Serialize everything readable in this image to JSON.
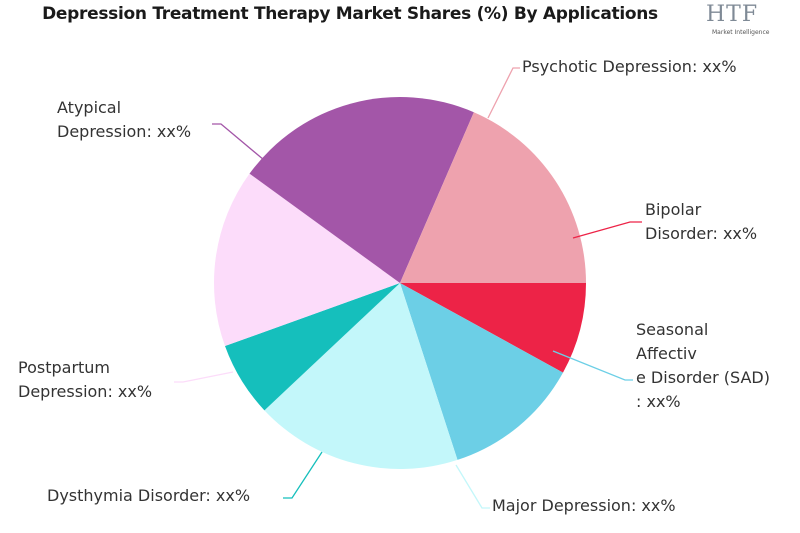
{
  "chart_data": {
    "type": "pie",
    "title": "Depression Treatment Therapy Market Shares (%) By Applications",
    "slices": [
      {
        "label": "Bipolar Disorder: xx%",
        "value": 8,
        "color": "#ed2347"
      },
      {
        "label": "Seasonal Affective Disorder (SAD): xx%",
        "value": 12,
        "color": "#6ccfe6"
      },
      {
        "label": "Major Depression: xx%",
        "value": 18,
        "color": "#c3f7fa"
      },
      {
        "label": "Dysthymia Disorder: xx%",
        "value": 6.5,
        "color": "#15bfbc"
      },
      {
        "label": "Postpartum Depression: xx%",
        "value": 15.5,
        "color": "#fcdcfa"
      },
      {
        "label": "Atypical Depression: xx%",
        "value": 21.5,
        "color": "#a356a8"
      },
      {
        "label": "Psychotic Depression: xx%",
        "value": 18.5,
        "color": "#eea2ae"
      }
    ],
    "start_angle_deg": 0,
    "direction": "clockwise",
    "legend": "none"
  },
  "logo": {
    "main": "HTF",
    "sub": "Market Intelligence"
  }
}
